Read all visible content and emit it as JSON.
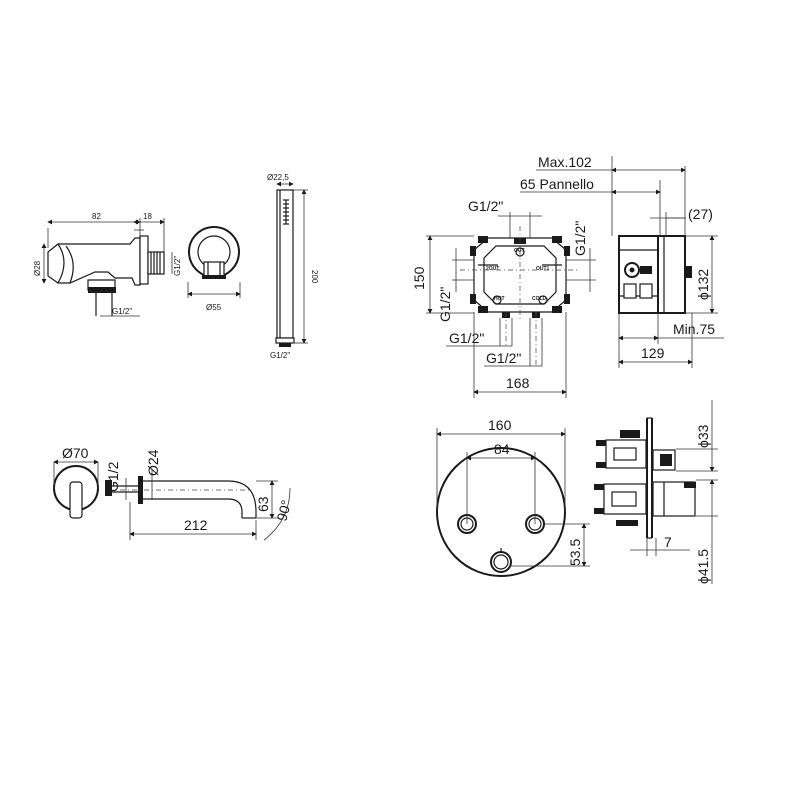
{
  "drawings": {
    "hand_shower_holder": {
      "dim_length": "82",
      "dim_flange": "18",
      "dim_diameter": "Ø28",
      "thread_bottom": "G1/2\"",
      "thread_side": "G1/2\"",
      "dim_rosette": "Ø55"
    },
    "hand_shower": {
      "dim_diameter": "Ø22,5",
      "dim_length": "200",
      "thread": "G1/2\""
    },
    "spout": {
      "dim_rosette": "Ø70",
      "thread": "G1/2",
      "dim_pipe": "Ø24",
      "dim_length": "212",
      "dim_height": "63",
      "angle": "90°"
    },
    "concealed_box": {
      "thread_top": "G1/2\"",
      "thread_right": "G1/2\"",
      "thread_left": "G1/2\"",
      "thread_bottom_left": "G1/2\"",
      "thread_bottom_right": "G1/2\"",
      "dim_height": "150",
      "dim_width": "168",
      "label_out_top": "OUT",
      "label_out_left": "2OUT",
      "label_out_right": "OUT1",
      "label_hot": "HOT",
      "label_cold": "COLD",
      "dim_max": "Max.102",
      "dim_panel": "65 Pannello",
      "dim_27": "(27)",
      "dim_132": "ϕ132",
      "dim_min": "Min.75",
      "dim_129": "129"
    },
    "trim_plate": {
      "dim_diameter": "160",
      "dim_spacing": "84",
      "dim_offset": "53.5",
      "dim_33": "ϕ33",
      "dim_41_5": "ϕ41.5",
      "dim_7": "7"
    }
  }
}
